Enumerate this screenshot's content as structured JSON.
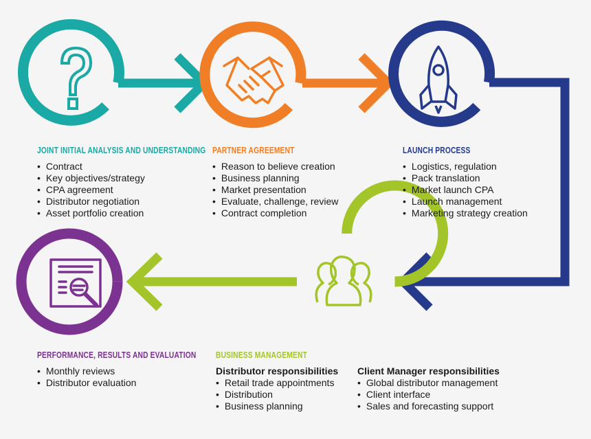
{
  "colors": {
    "teal": "#1aa9a5",
    "orange": "#f07e26",
    "navy": "#253a8a",
    "lime": "#a3c52a",
    "purple": "#7b3290",
    "background": "#f5f5f5"
  },
  "stages": [
    {
      "title": "JOINT INITIAL ANALYSIS AND UNDERSTANDING",
      "icon": "question-mark-icon",
      "items": [
        "Contract",
        "Key objectives/strategy",
        "CPA agreement",
        "Distributor negotiation",
        "Asset portfolio creation"
      ]
    },
    {
      "title": "PARTNER AGREEMENT",
      "icon": "handshake-icon",
      "items": [
        "Reason to believe creation",
        "Business planning",
        "Market presentation",
        "Evaluate, challenge, review",
        "Contract completion"
      ]
    },
    {
      "title": "LAUNCH PROCESS",
      "icon": "rocket-icon",
      "items": [
        "Logistics, regulation",
        "Pack translation",
        "Market launch CPA",
        "Launch management",
        "Marketing strategy creation"
      ]
    },
    {
      "title": "BUSINESS MANAGEMENT",
      "icon": "people-group-icon",
      "groups": [
        {
          "heading": "Distributor responsibilities",
          "items": [
            "Retail trade appointments",
            "Distribution",
            "Business planning"
          ]
        },
        {
          "heading": "Client Manager responsibilities",
          "items": [
            "Global distributor management",
            "Client interface",
            "Sales and forecasting support"
          ]
        }
      ]
    },
    {
      "title": "PERFORMANCE, RESULTS AND EVALUATION",
      "icon": "document-magnifier-icon",
      "items": [
        "Monthly reviews",
        "Distributor evaluation"
      ]
    }
  ]
}
